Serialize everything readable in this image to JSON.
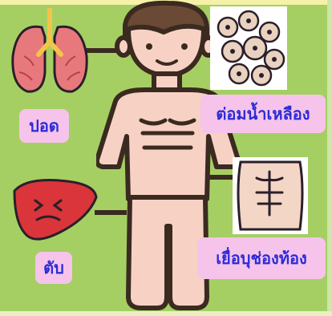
{
  "labels": {
    "lung": "ปอด",
    "lymph_node": "ต่อมน้ำเหลือง",
    "liver": "ตับ",
    "peritoneum": "เยื่อบุช่องท้อง"
  },
  "icons": {
    "body": "human-body-icon",
    "lung": "lungs-icon",
    "lymph_node": "lymph-node-icon",
    "liver": "liver-icon",
    "peritoneum": "abdomen-icon"
  },
  "colors": {
    "background": "#a5cf63",
    "label_bg": "#f6c3ea",
    "label_text": "#2b2bd6",
    "skin": "#f7d2c4",
    "outline": "#3b2a20"
  }
}
